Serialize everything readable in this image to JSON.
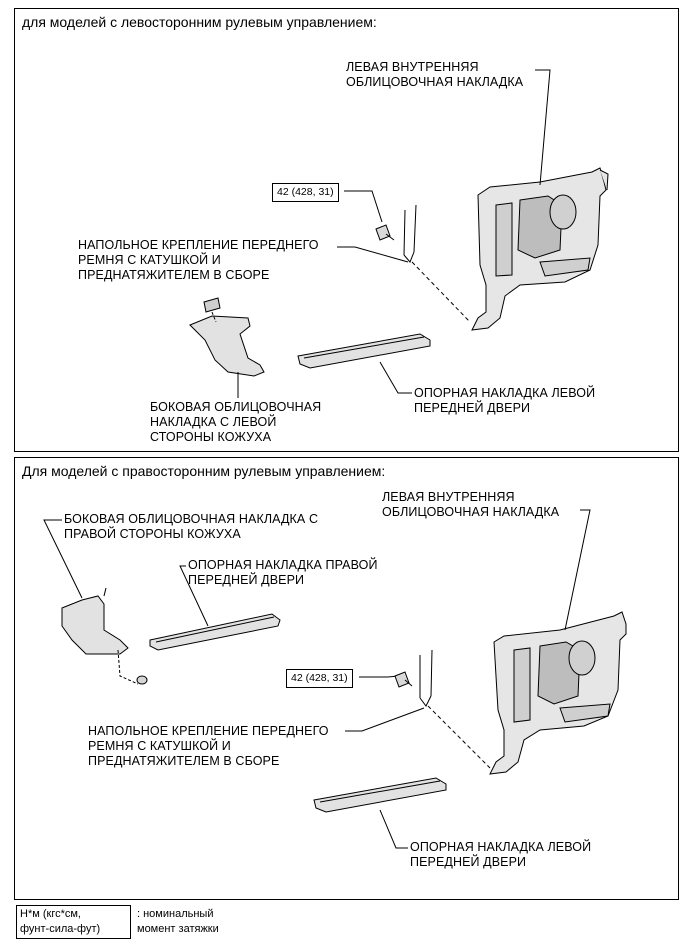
{
  "panel1": {
    "heading": "для моделей с левосторонним рулевым управлением:",
    "label_inner_trim": "ЛЕВАЯ ВНУТРЕННЯЯ\nОБЛИЦОВОЧНАЯ НАКЛАДКА",
    "torque": "42 (428, 31)",
    "label_anchor": "НАПОЛЬНОЕ КРЕПЛЕНИЕ ПЕРЕДНЕГО\nРЕМНЯ С КАТУШКОЙ И\nПРЕДНАТЯЖИТЕЛЕМ В СБОРЕ",
    "label_cowl": "БОКОВАЯ ОБЛИЦОВОЧНАЯ\nНАКЛАДКА С ЛЕВОЙ\nСТОРОНЫ КОЖУХА",
    "label_scuff": "ОПОРНАЯ НАКЛАДКА ЛЕВОЙ\nПЕРЕДНЕЙ ДВЕРИ"
  },
  "panel2": {
    "heading": "Для моделей с правосторонним рулевым управлением:",
    "label_inner_trim": "ЛЕВАЯ ВНУТРЕННЯЯ\nОБЛИЦОВОЧНАЯ НАКЛАДКА",
    "label_cowl": "БОКОВАЯ ОБЛИЦОВОЧНАЯ НАКЛАДКА С\nПРАВОЙ СТОРОНЫ КОЖУХА",
    "label_scuff_right": "ОПОРНАЯ НАКЛАДКА ПРАВОЙ\nПЕРЕДНЕЙ ДВЕРИ",
    "torque": "42 (428, 31)",
    "label_anchor": "НАПОЛЬНОЕ КРЕПЛЕНИЕ ПЕРЕДНЕГО\nРЕМНЯ С КАТУШКОЙ И\nПРЕДНАТЯЖИТЕЛЕМ В СБОРЕ",
    "label_scuff_left": "ОПОРНАЯ НАКЛАДКА ЛЕВОЙ\nПЕРЕДНЕЙ ДВЕРИ"
  },
  "legend": {
    "unit": "Н*м (кгс*см,\nфунт-сила-фут)",
    "description": ": номинальный\nмомент затяжки"
  }
}
